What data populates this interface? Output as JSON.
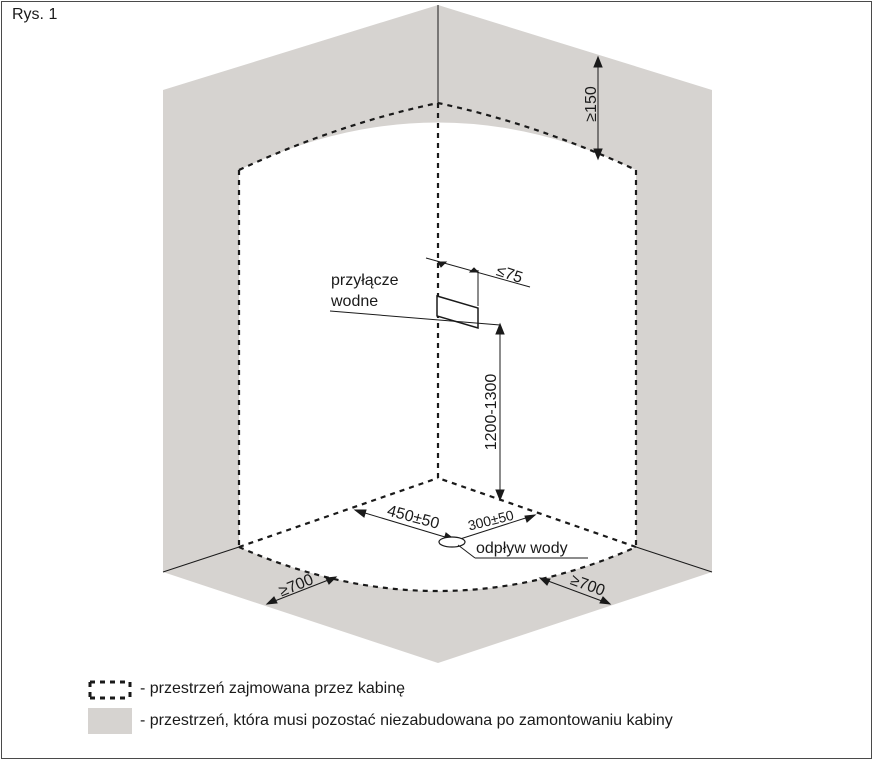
{
  "figure_label": "Rys. 1",
  "labels": {
    "water_connection_line1": "przyłącze",
    "water_connection_line2": "wodne",
    "drain": "odpływ wody"
  },
  "dimensions": {
    "top_clearance": "≥150",
    "connection_offset": "≤75",
    "connection_height": "1200-1300",
    "drain_left": "450±50",
    "drain_right": "300±50",
    "front_left": "≥700",
    "front_right": "≥700"
  },
  "legend": {
    "cabin_space": "- przestrzeń zajmowana przez kabinę",
    "free_space": "- przestrzeń, która musi pozostać niezabudowana po zamontowaniu kabiny"
  },
  "colors": {
    "free_space_fill": "#d6d3d0",
    "line": "#1a1a1a"
  }
}
